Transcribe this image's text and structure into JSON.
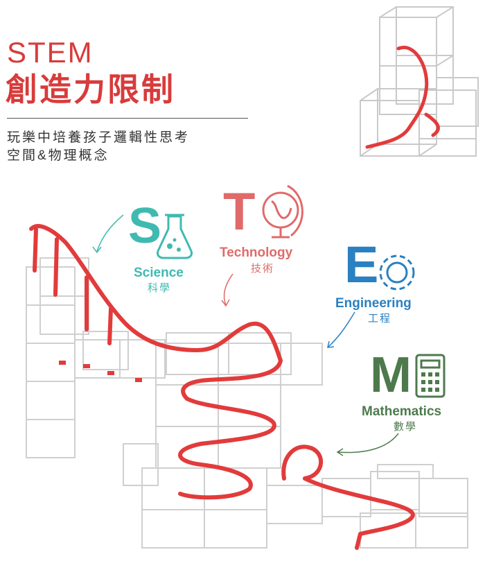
{
  "heading": {
    "title": "STEM",
    "subtitle": "創造力限制",
    "description_line1": "玩樂中培養孩子邏輯性思考",
    "description_line2": "空間&物理概念"
  },
  "stem_items": {
    "science": {
      "letter": "S",
      "label_en": "Science",
      "label_zh": "科學",
      "color": "#3fbab0",
      "icon": "flask-icon"
    },
    "technology": {
      "letter": "T",
      "label_en": "Technology",
      "label_zh": "技術",
      "color": "#e06a6a",
      "icon": "globe-icon"
    },
    "engineering": {
      "letter": "E",
      "label_en": "Engineering",
      "label_zh": "工程",
      "color": "#2a80c0",
      "icon": "gear-icon"
    },
    "mathematics": {
      "letter": "M",
      "label_en": "Mathematics",
      "label_zh": "數學",
      "color": "#4d7a4d",
      "icon": "calculator-icon"
    }
  },
  "colors": {
    "track": "#e23b3b",
    "frame": "#c9c9c9"
  }
}
